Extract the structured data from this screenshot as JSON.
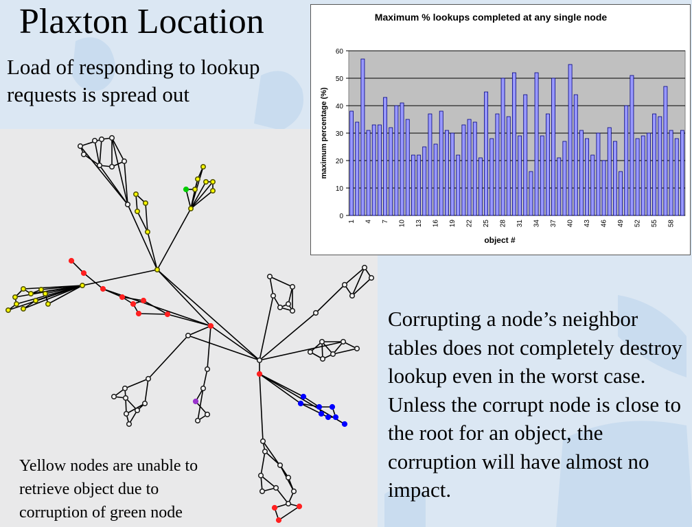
{
  "slide": {
    "title": "Plaxton Location",
    "subtitle": "Load of responding to lookup requests is spread out",
    "caption": "Yellow nodes are unable to retrieve object due to corruption of green node",
    "body_text": "Corrupting a node’s neighbor tables does not completely destroy lookup even in the worst case.  Unless the corrupt node is close to the root for an object, the corruption will have almost no impact."
  },
  "colors": {
    "bar_fill": "#9999ff",
    "bar_stroke": "#000080",
    "plot_bg": "#c0c0c0",
    "node_black": "#222222",
    "node_red": "#ff2020",
    "node_yellow": "#ffff00",
    "node_green": "#00cc00",
    "node_blue": "#0000ff",
    "node_purple": "#9933cc"
  },
  "chart_data": {
    "type": "bar",
    "title": "Maximum % lookups completed at any single node",
    "xlabel": "object #",
    "ylabel": "maximum percentage (%)",
    "ylim": [
      0,
      60
    ],
    "yticks": [
      0,
      10,
      20,
      30,
      40,
      50,
      60
    ],
    "xticks": [
      1,
      4,
      7,
      10,
      13,
      16,
      19,
      22,
      25,
      28,
      31,
      34,
      37,
      40,
      43,
      46,
      49,
      52,
      55,
      58
    ],
    "grid": true,
    "categories": [
      1,
      2,
      3,
      4,
      5,
      6,
      7,
      8,
      9,
      10,
      11,
      12,
      13,
      14,
      15,
      16,
      17,
      18,
      19,
      20,
      21,
      22,
      23,
      24,
      25,
      26,
      27,
      28,
      29,
      30,
      31,
      32,
      33,
      34,
      35,
      36,
      37,
      38,
      39,
      40,
      41,
      42,
      43,
      44,
      45,
      46,
      47,
      48,
      49,
      50,
      51,
      52,
      53,
      54,
      55,
      56,
      57,
      58,
      59,
      60
    ],
    "values": [
      38,
      34,
      57,
      31,
      33,
      33,
      43,
      32,
      40,
      41,
      35,
      22,
      22,
      25,
      37,
      26,
      38,
      31,
      30,
      22,
      33,
      35,
      34,
      21,
      45,
      28,
      37,
      50,
      36,
      52,
      29,
      44,
      16,
      52,
      29,
      37,
      50,
      21,
      27,
      55,
      44,
      31,
      28,
      22,
      30,
      20,
      32,
      27,
      16,
      40,
      51,
      28,
      29,
      30,
      37,
      36,
      47,
      31,
      28,
      31
    ]
  }
}
